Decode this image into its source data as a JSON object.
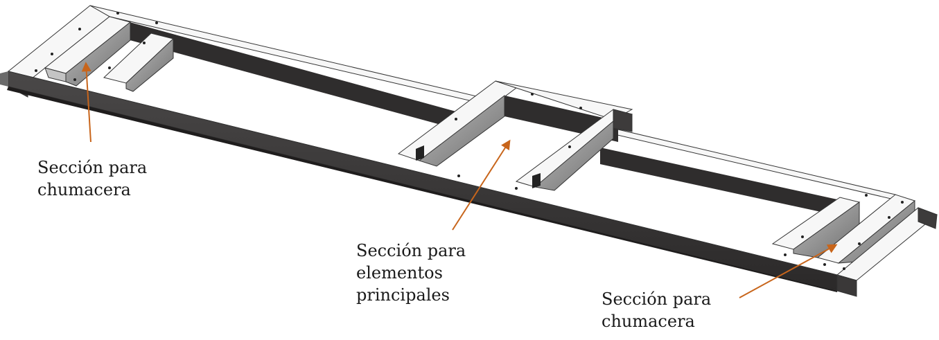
{
  "labels": {
    "left": [
      "Sección para",
      "chumacera"
    ],
    "center": [
      "Sección para",
      "elementos",
      "principales"
    ],
    "right": [
      "Sección para",
      "chumacera"
    ]
  },
  "colors": {
    "arrow": "#c8651b",
    "top_face": "#f7f7f7",
    "outer_side": "#3d3b3b",
    "inner_side": "#2f2d2d",
    "cross_face": "#8e8e8e",
    "edge": "#333333"
  }
}
